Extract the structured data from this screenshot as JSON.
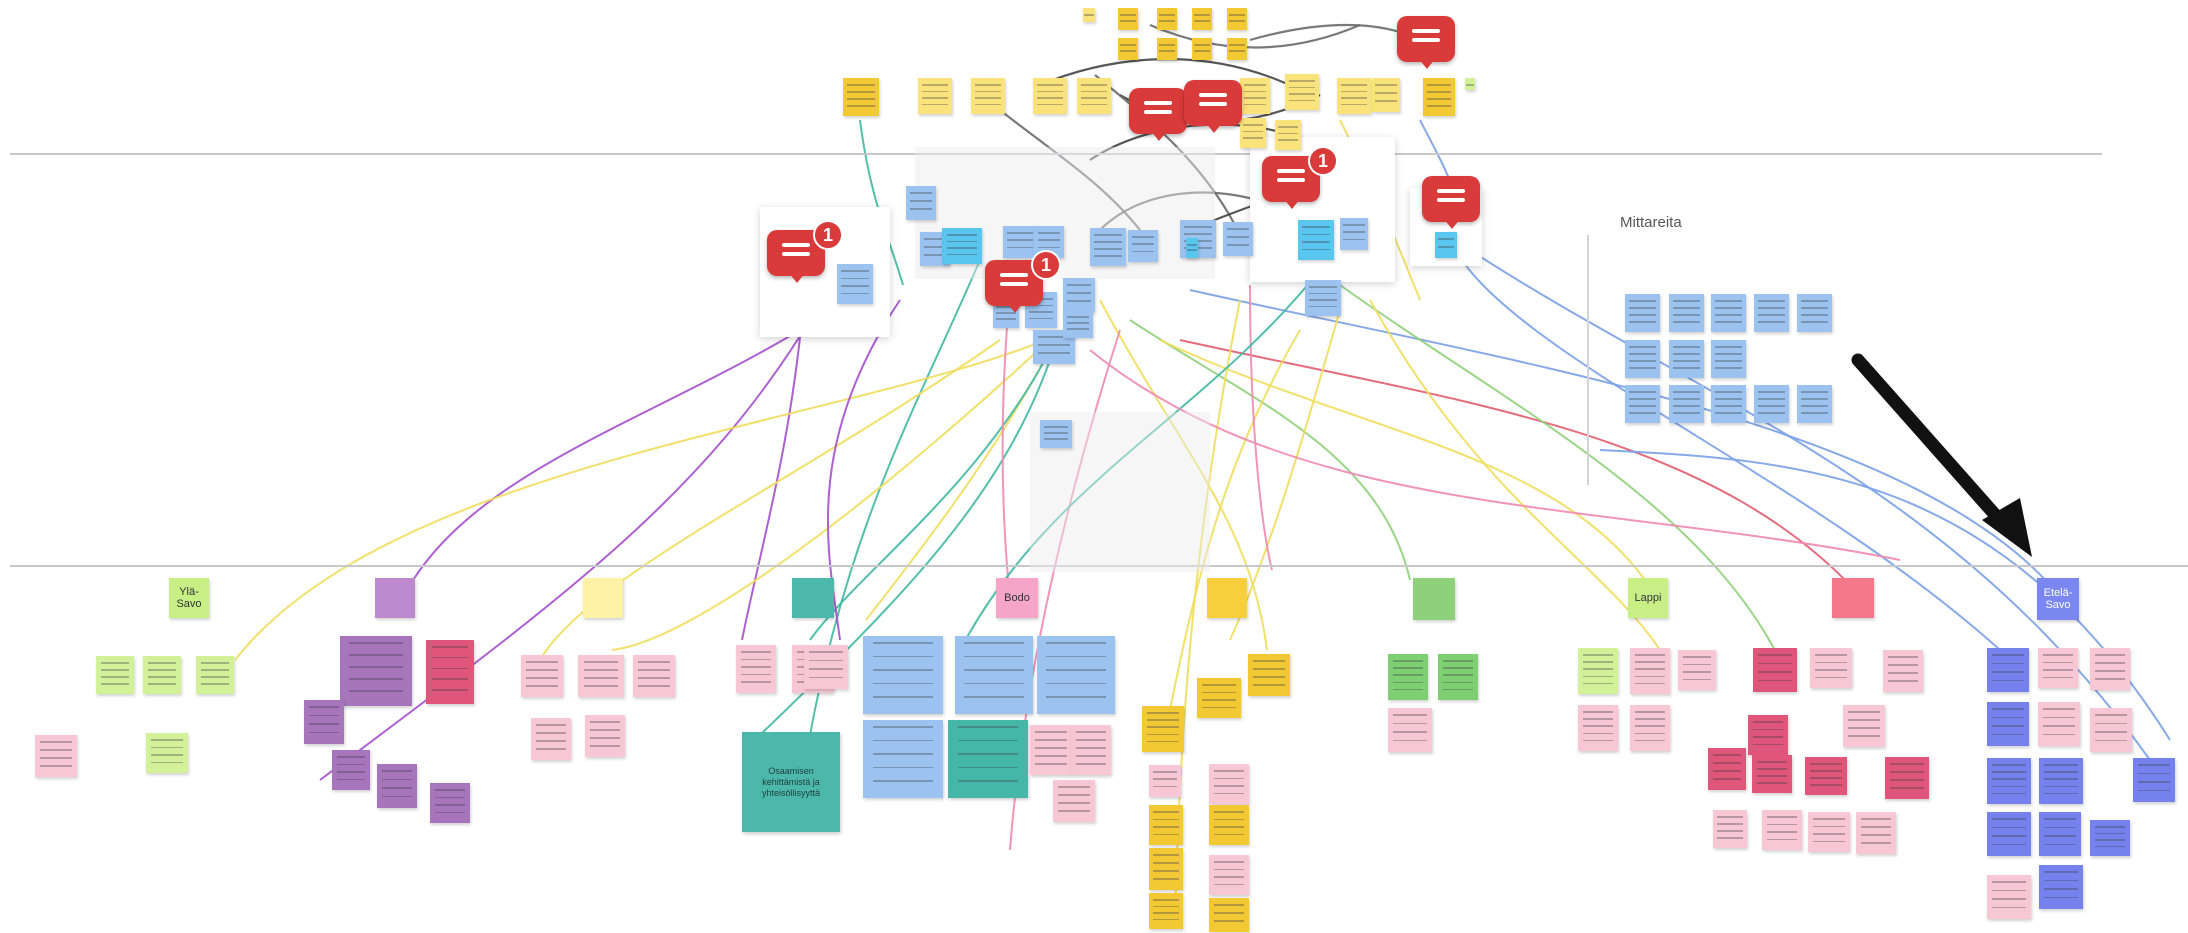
{
  "board": {
    "section_label": "Mittareita",
    "region_headers": [
      {
        "key": "ylasavo",
        "label": "Ylä-Savo",
        "color": "#c8ee86"
      },
      {
        "key": "kainuu",
        "label": "",
        "color": "#bd8ad0"
      },
      {
        "key": "lapla",
        "label": "",
        "color": "#fdf2a6"
      },
      {
        "key": "pohjanmaa",
        "label": "",
        "color": "#4cb8ac"
      },
      {
        "key": "bodo",
        "label": "Bodo",
        "color": "#f4a5c8"
      },
      {
        "key": "pirkanmaa",
        "label": "",
        "color": "#f7cf3c"
      },
      {
        "key": "pirkka",
        "label": "",
        "color": "#8fd07a"
      },
      {
        "key": "lappi",
        "label": "Lappi",
        "color": "#c8ee86"
      },
      {
        "key": "etela",
        "label": "",
        "color": "#f4788a"
      },
      {
        "key": "etelasavo",
        "label": "Etelä-Savo",
        "color": "#7a87f0"
      }
    ],
    "green_big_note": "Osaamisen kehittämistä ja yhteisöllisyyttä",
    "comments": [
      {
        "name": "comment-top-right-1",
        "count": ""
      },
      {
        "name": "comment-top-center-a",
        "count": ""
      },
      {
        "name": "comment-top-center-b",
        "count": ""
      },
      {
        "name": "comment-left",
        "count": "1"
      },
      {
        "name": "comment-center-left",
        "count": "1"
      },
      {
        "name": "comment-center-right",
        "count": "1"
      },
      {
        "name": "comment-right",
        "count": ""
      }
    ]
  },
  "colors": {
    "yellow": "#fae37b",
    "gold": "#f3c933",
    "blue": "#9cc3ef",
    "cyan": "#59c6ef",
    "pink": "#f8c7d6",
    "magenta": "#e0557a",
    "purple": "#a775bc",
    "lime": "#d3f199",
    "green": "#7ecf72",
    "indigo": "#7582ee",
    "teal": "#45b7a8",
    "comment_red": "#d93a3a"
  },
  "icons": {
    "comment": "comment-bubble-icon",
    "arrow": "big-arrow"
  }
}
